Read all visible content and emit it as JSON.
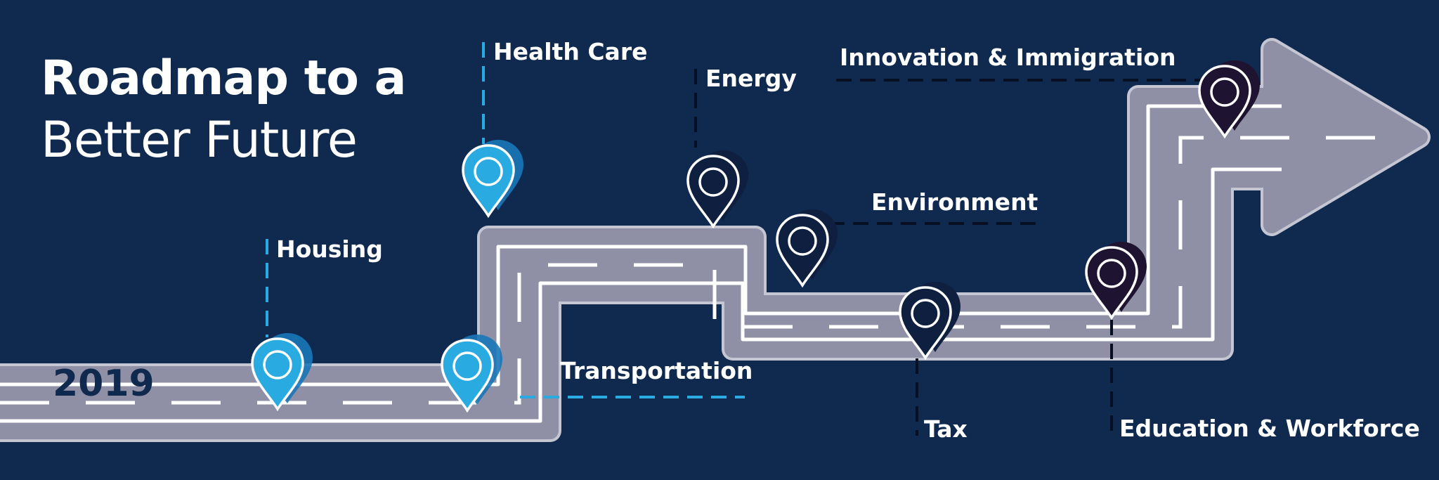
{
  "title": {
    "line1": "Roadmap to a",
    "line2": "Better Future"
  },
  "start_label": "2019",
  "colors": {
    "background": "#10294f",
    "road": "#8f90a5",
    "road_border": "#c5c6d3",
    "lane_marking": "#ffffff",
    "pin_light": "#29abe2",
    "pin_light_shadow": "#1a77b8",
    "pin_dark": "#0e1f3f",
    "pin_darkest": "#1e1330"
  },
  "milestones": [
    {
      "label": "Housing",
      "pin": "map-pin-icon",
      "style": "light"
    },
    {
      "label": "Transportation",
      "pin": "map-pin-icon",
      "style": "light"
    },
    {
      "label": "Health Care",
      "pin": "map-pin-icon",
      "style": "light"
    },
    {
      "label": "Energy",
      "pin": "map-pin-icon",
      "style": "dark"
    },
    {
      "label": "Environment",
      "pin": "map-pin-icon",
      "style": "dark"
    },
    {
      "label": "Tax",
      "pin": "map-pin-icon",
      "style": "dark"
    },
    {
      "label": "Education & Workforce",
      "pin": "map-pin-icon",
      "style": "darkest"
    },
    {
      "label": "Innovation & Immigration",
      "pin": "map-pin-icon",
      "style": "darkest"
    }
  ]
}
